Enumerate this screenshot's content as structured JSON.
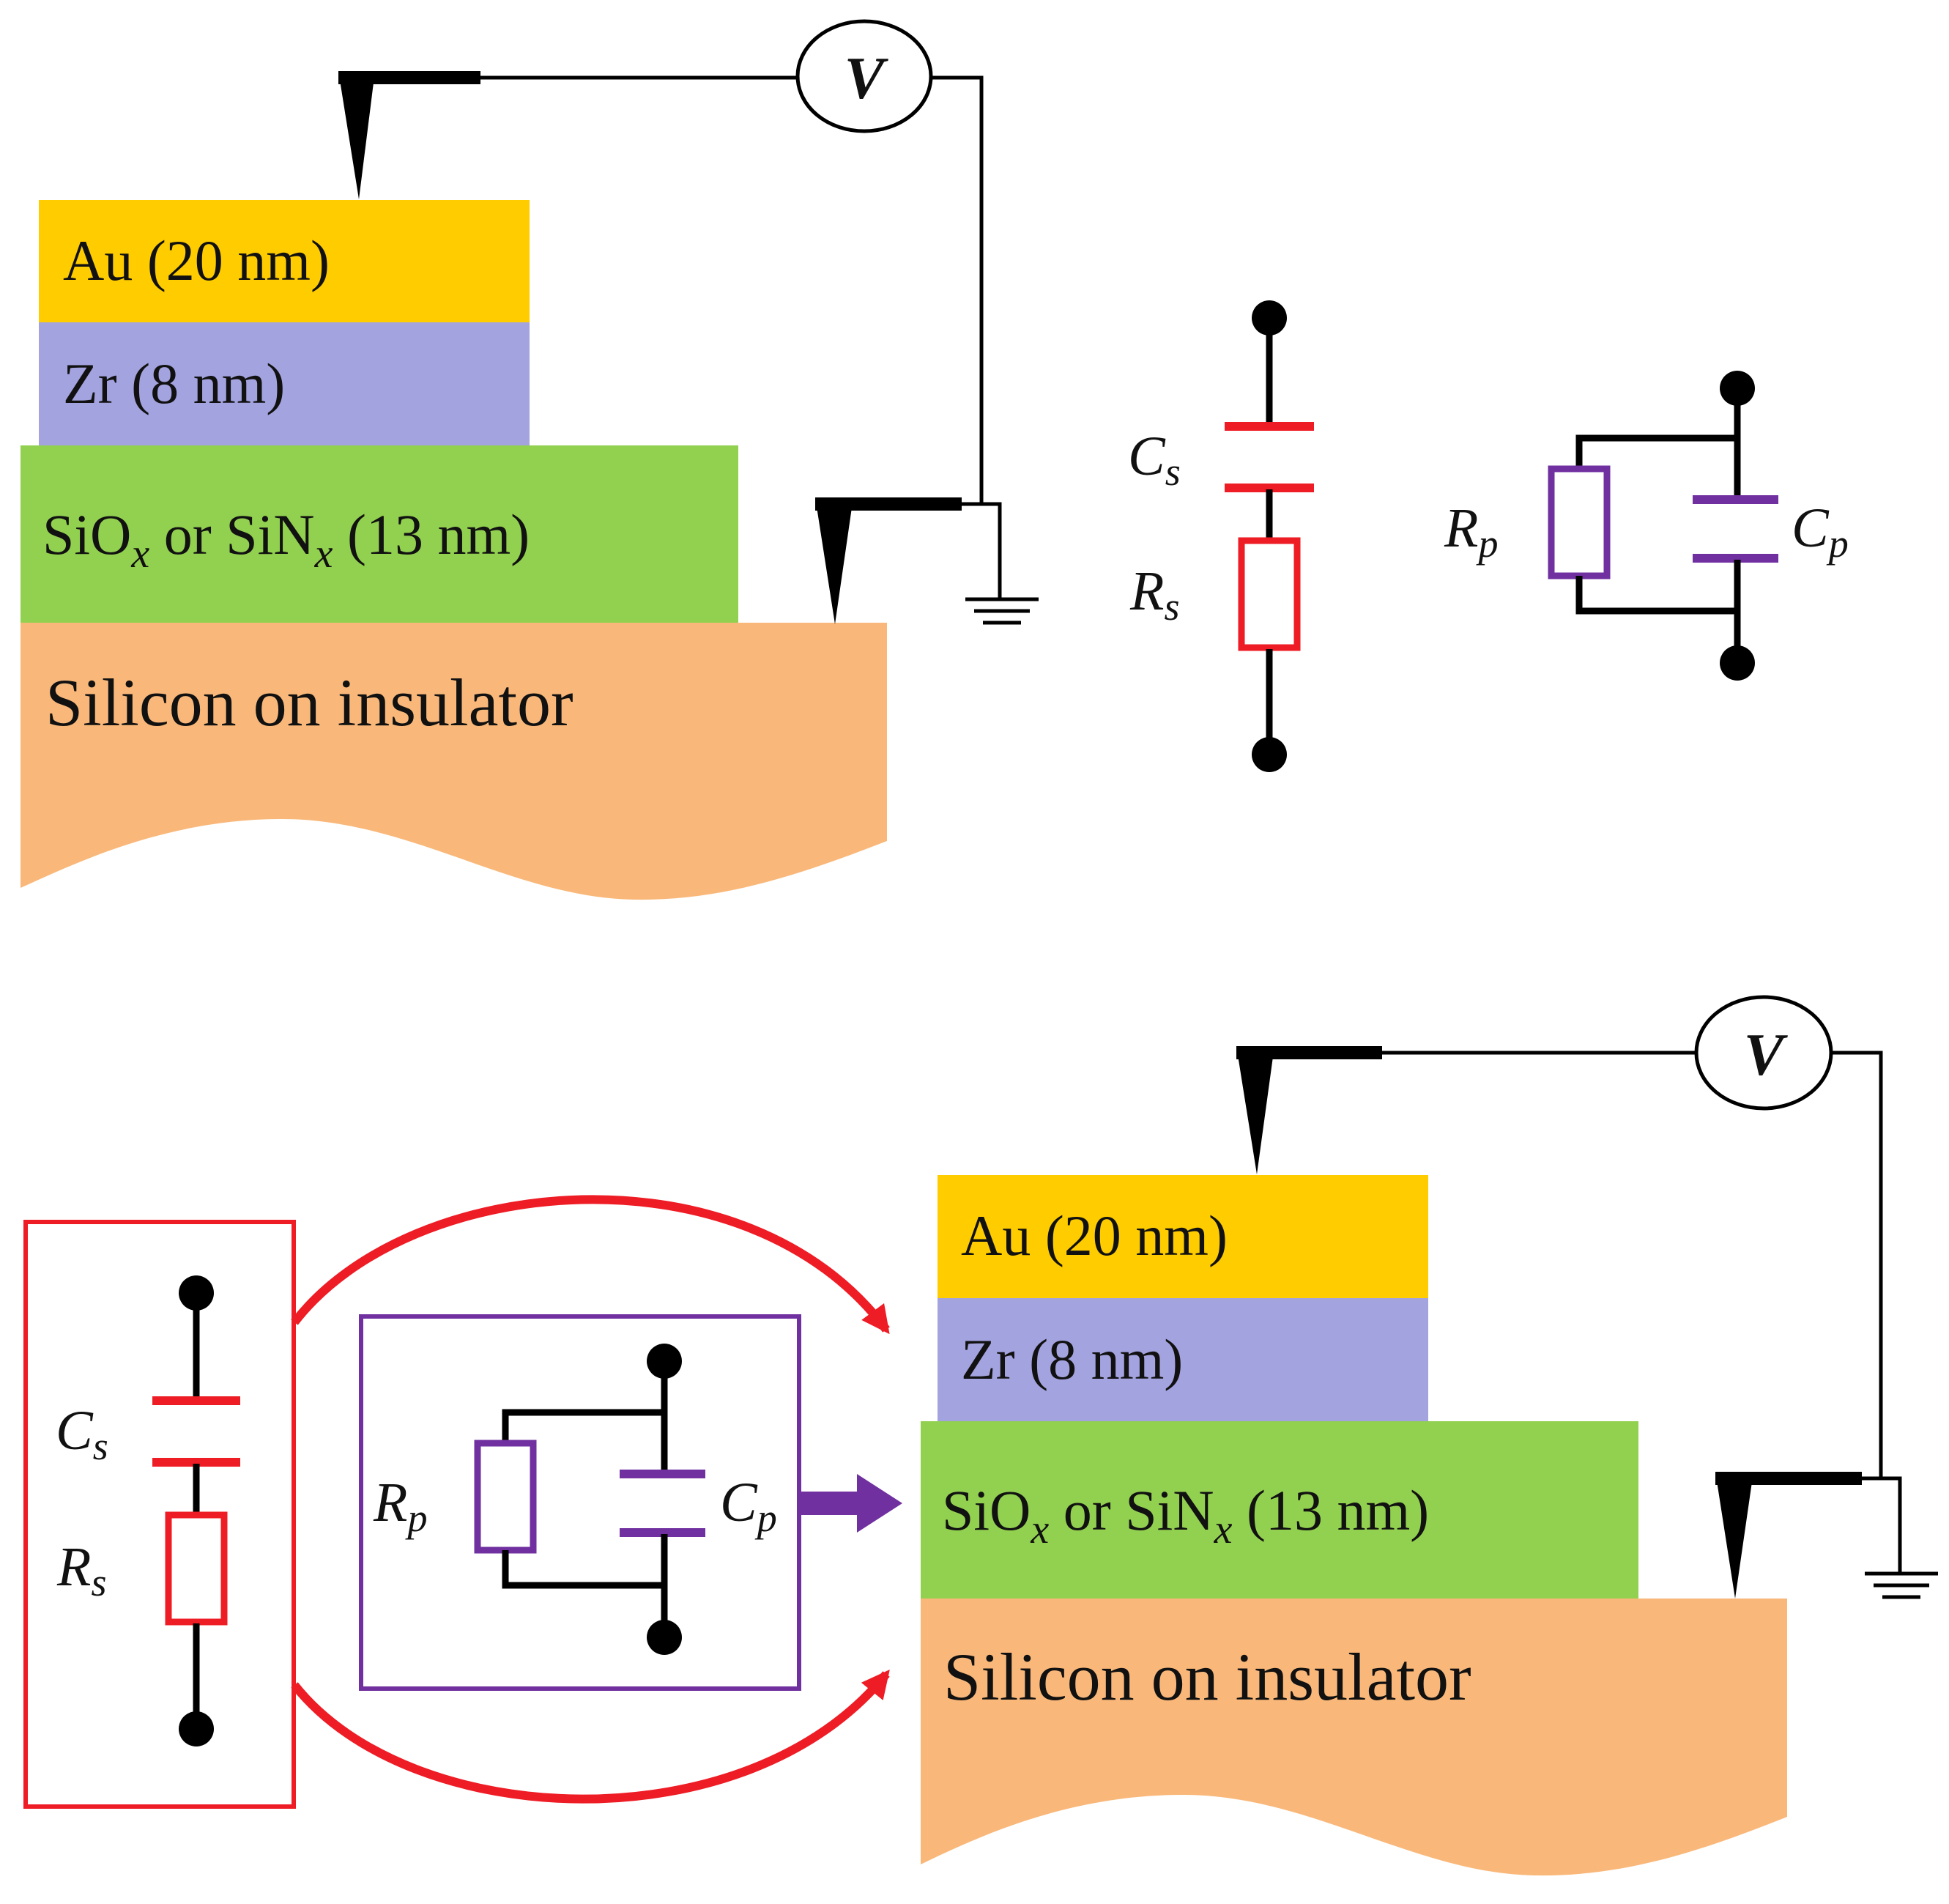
{
  "colors": {
    "gold": "#FFCC00",
    "zirconium": "#A3A3E0",
    "oxide": "#92D050",
    "silicon": "#F9B87A",
    "series_red": "#EE1C25",
    "parallel_purple": "#7030A0",
    "wire": "#000000"
  },
  "top_stack": {
    "layers": {
      "au": "Au (20 nm)",
      "zr": "Zr (8 nm)",
      "oxide": {
        "p1": "SiO",
        "s1": "x",
        "p2": " or SiN",
        "s2": "x",
        "p3": " (13 nm)"
      },
      "si": "Silicon on insulator"
    },
    "voltmeter": "V"
  },
  "circuits": {
    "series": {
      "cap_main": "C",
      "cap_sub": "s",
      "res_main": "R",
      "res_sub": "s"
    },
    "parallel": {
      "res_main": "R",
      "res_sub": "p",
      "cap_main": "C",
      "cap_sub": "p"
    }
  },
  "bottom_stack": {
    "layers": {
      "au": "Au (20 nm)",
      "zr": "Zr (8 nm)",
      "oxide": {
        "p1": "SiO",
        "s1": "x",
        "p2": " or SiN",
        "s2": "x",
        "p3": " (13 nm)"
      },
      "si": "Silicon on insulator"
    },
    "voltmeter": "V"
  },
  "bottom_circuits": {
    "series": {
      "cap_main": "C",
      "cap_sub": "s",
      "res_main": "R",
      "res_sub": "s"
    },
    "parallel": {
      "res_main": "R",
      "res_sub": "p",
      "cap_main": "C",
      "cap_sub": "p"
    }
  },
  "icons": [
    "voltmeter-icon",
    "ground-icon",
    "probe-tip-icon",
    "capacitor-icon",
    "resistor-icon",
    "arrow-icon"
  ]
}
